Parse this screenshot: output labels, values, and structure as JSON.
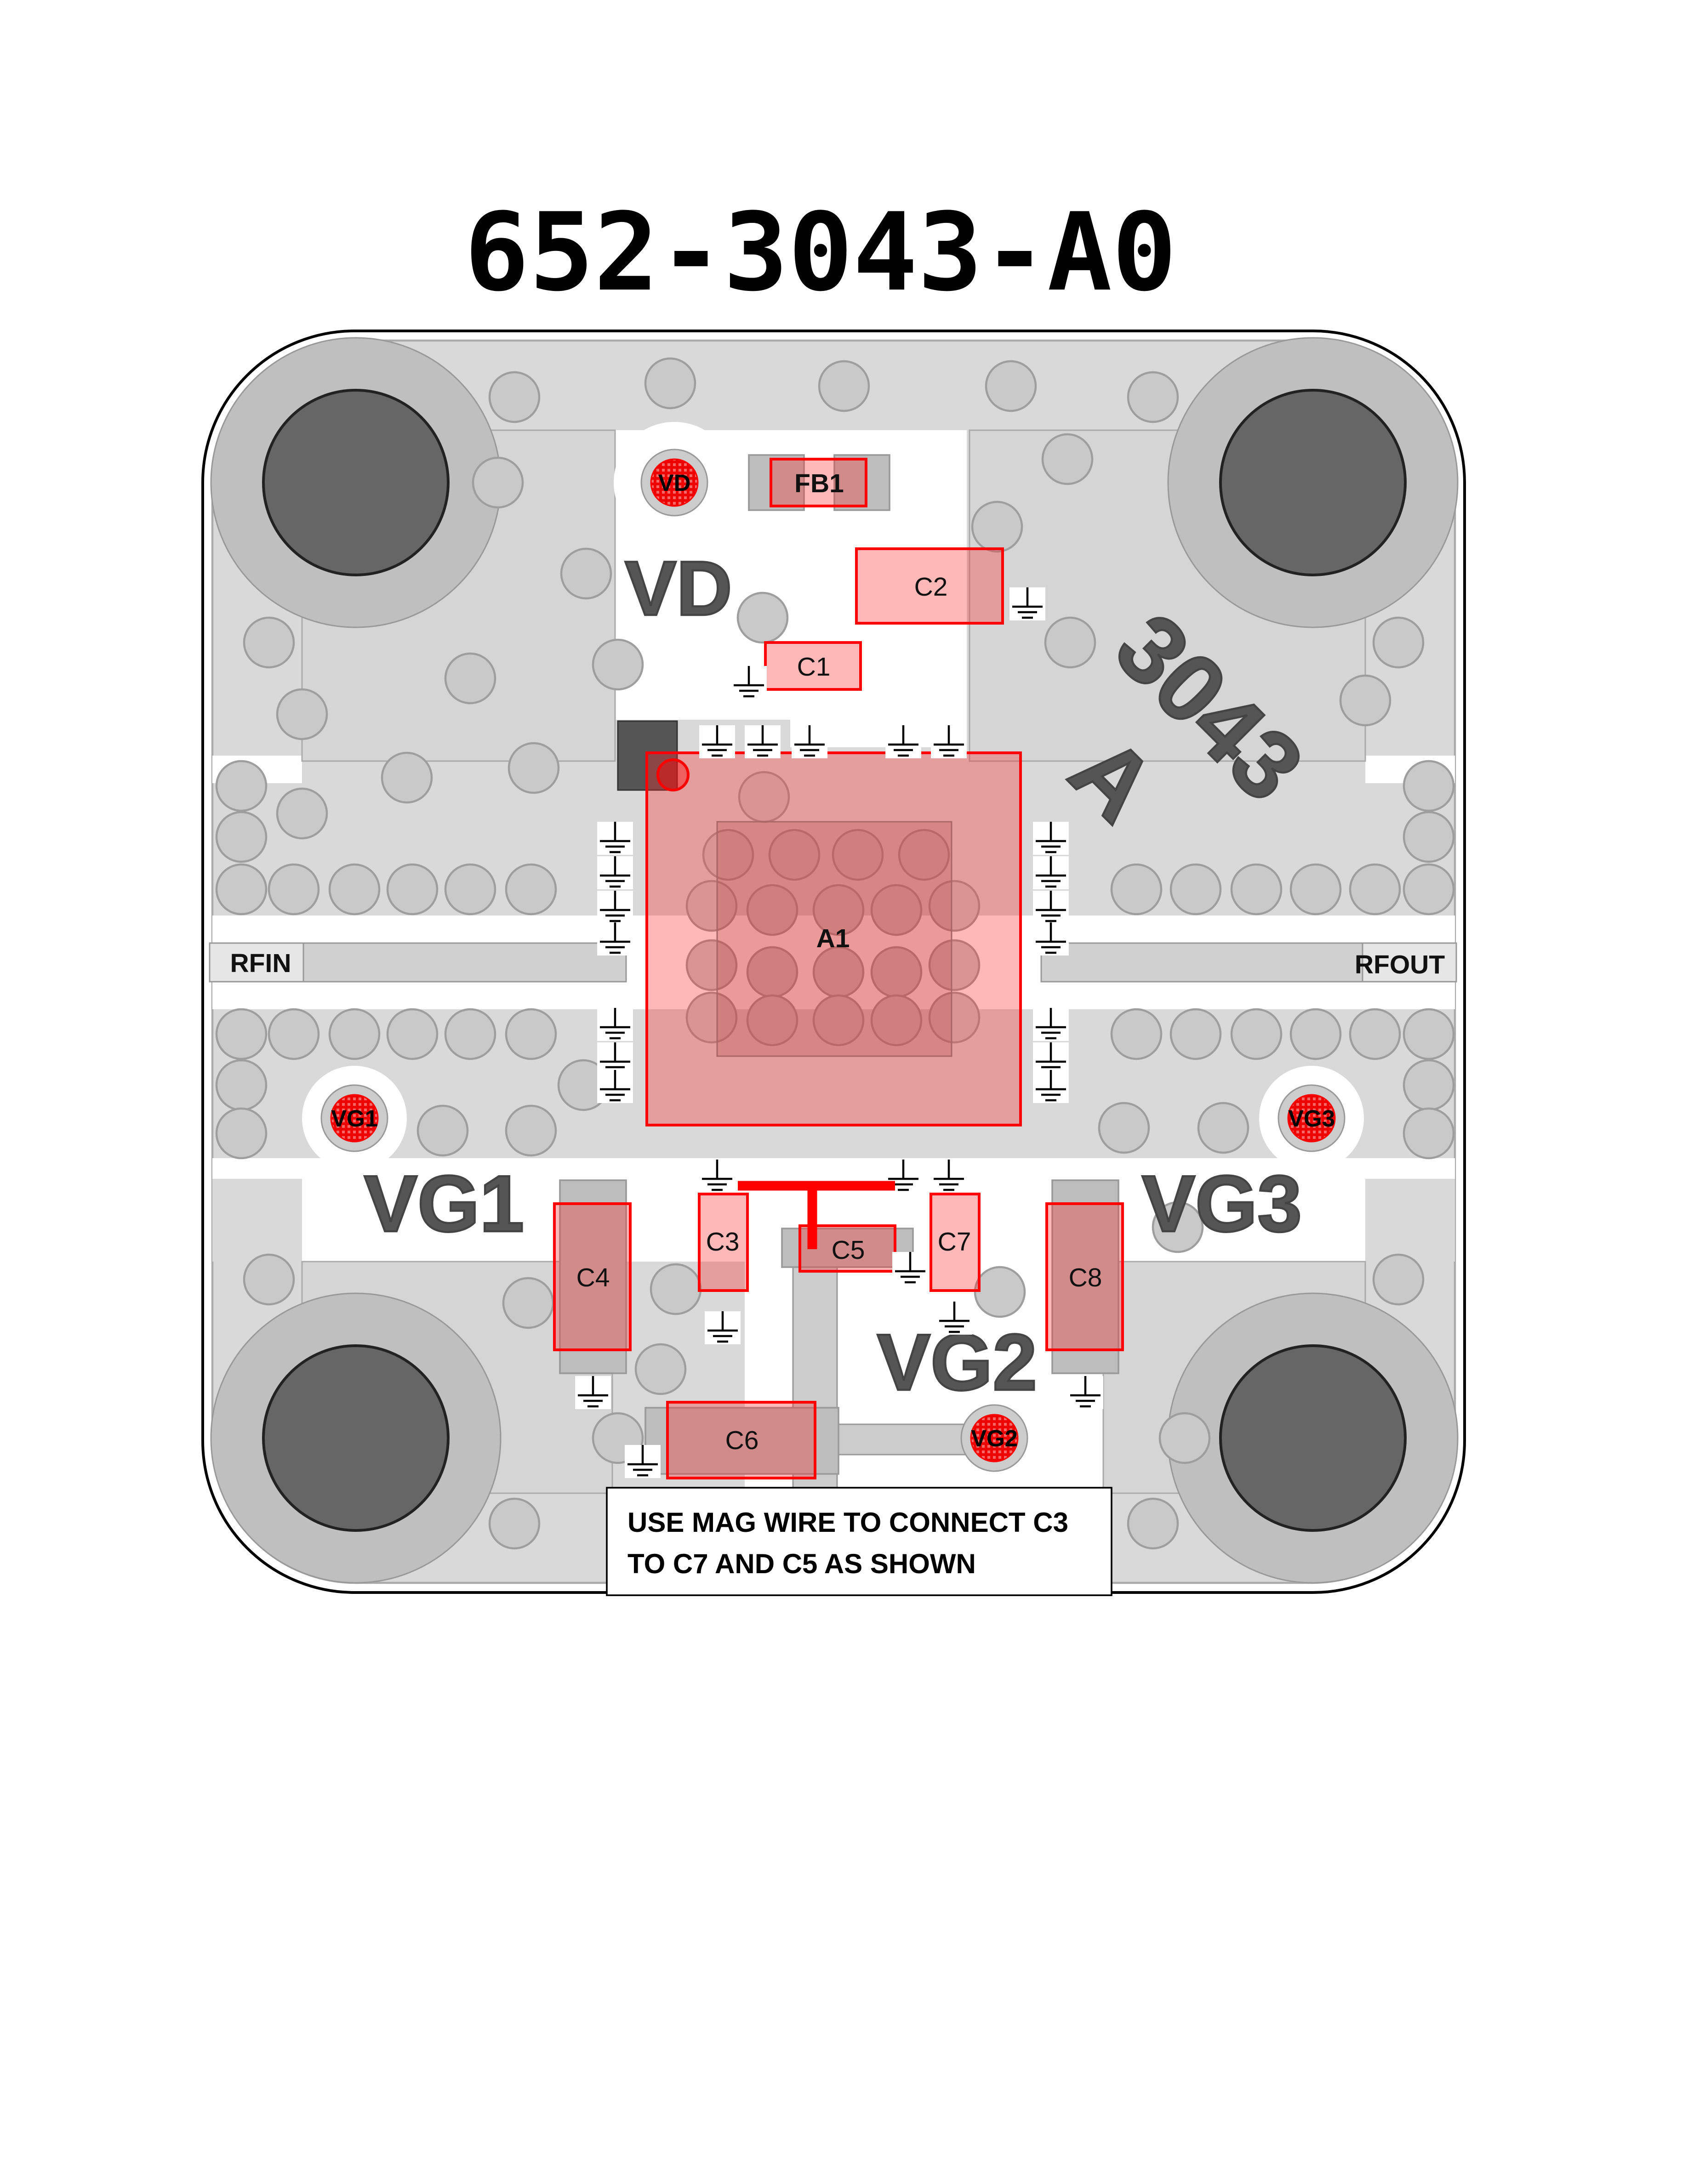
{
  "title": "652-3043-A0",
  "silkscreen": {
    "vd": "VD",
    "vg1": "VG1",
    "vg2": "VG2",
    "vg3": "VG3",
    "part_number": "3043",
    "revision": "A"
  },
  "ports": {
    "rf_in": "RFIN",
    "rf_out": "RFOUT"
  },
  "test_points": {
    "vd": "VD",
    "vg1": "VG1",
    "vg2": "VG2",
    "vg3": "VG3"
  },
  "components": {
    "fb1": "FB1",
    "c1": "C1",
    "c2": "C2",
    "c3": "C3",
    "c4": "C4",
    "c5": "C5",
    "c6": "C6",
    "c7": "C7",
    "c8": "C8",
    "a1": "A1"
  },
  "note": {
    "line1": "USE MAG WIRE TO CONNECT C3",
    "line2": "TO C7 AND C5 AS SHOWN"
  },
  "colors": {
    "highlight": "#ff0000",
    "board": "#d9d9d9",
    "hole": "#666666"
  }
}
